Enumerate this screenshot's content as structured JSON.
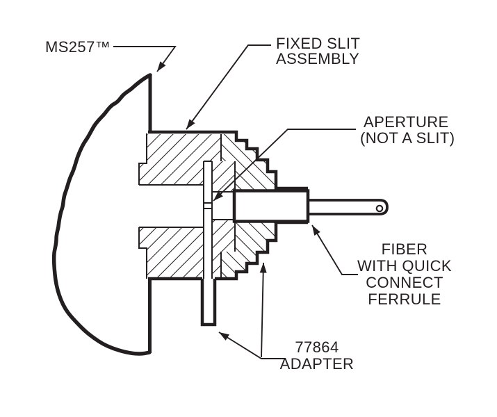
{
  "colors": {
    "ink": "#231f20",
    "paper": "#ffffff"
  },
  "callouts": {
    "ms257": {
      "lines": [
        "MS257™"
      ]
    },
    "fixed_slit_assembly": {
      "lines": [
        "FIXED SLIT",
        "ASSEMBLY"
      ]
    },
    "aperture": {
      "lines": [
        "APERTURE",
        "(NOT A SLIT)"
      ]
    },
    "fiber_ferrule": {
      "lines": [
        "FIBER",
        "WITH QUICK",
        "CONNECT",
        "FERRULE"
      ]
    },
    "adapter": {
      "lines": [
        "77864",
        "ADAPTER"
      ]
    }
  }
}
